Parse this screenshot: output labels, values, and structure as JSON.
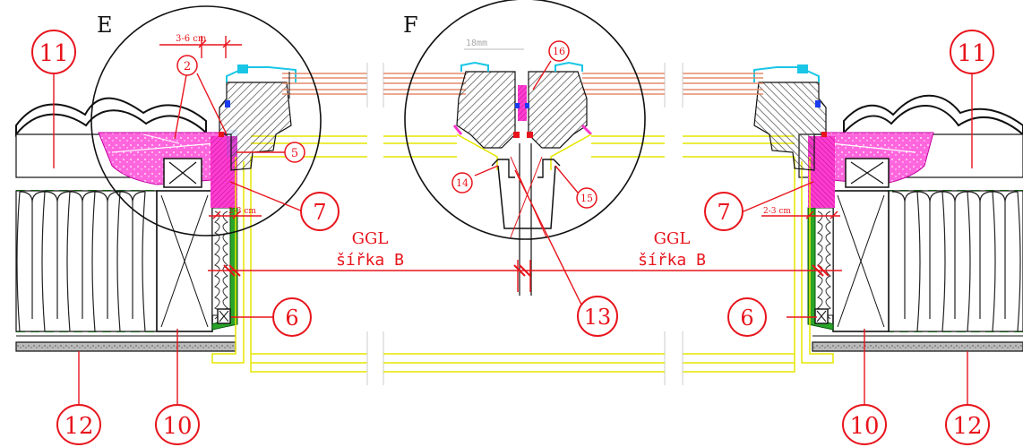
{
  "sections": {
    "left": "E",
    "middle": "F"
  },
  "dimensions": {
    "gap_3_6": "3-6 cm",
    "gap_2_3_left": "2-3 cm",
    "gap_2_3_right": "2-3 cm",
    "glass_18": "18mm"
  },
  "labels": {
    "ggl_left": "GGL",
    "width_left": "šířka B",
    "ggl_right": "GGL",
    "width_right": "šířka B"
  },
  "callouts": {
    "c11_left": "11",
    "c11_right": "11",
    "c2": "2",
    "c5": "5",
    "c7_left": "7",
    "c7_right": "7",
    "c6_left": "6",
    "c6_right": "6",
    "c10_left": "10",
    "c10_right": "10",
    "c12_left": "12",
    "c12_right": "12",
    "c13": "13",
    "c14": "14",
    "c15": "15",
    "c16": "16"
  },
  "colors": {
    "annotation": "#e8141c",
    "insulation_pink": "#ff33cc",
    "frame_yellow": "#e6e600",
    "frame_cyan": "#19c6e6",
    "dash_green": "#2bd12b",
    "glass_salmon": "#e58a6a",
    "seal_green": "#2aa52a"
  }
}
